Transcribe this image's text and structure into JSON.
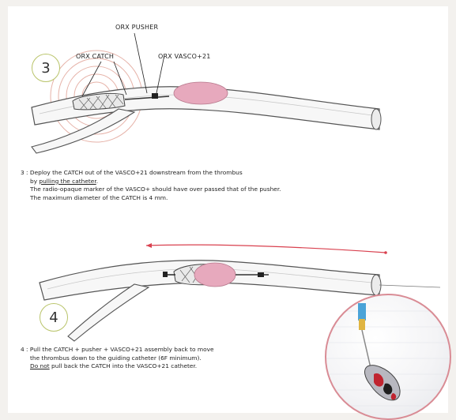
{
  "step3": {
    "number": "3",
    "callouts": {
      "pusher": "ORX PUSHER",
      "catch": "ORX CATCH",
      "vasco": "ORX VASCO+21"
    },
    "caption": {
      "line1": "3 : Deploy the CATCH out of the VASCO+21 downstream from the thrombus",
      "line2_prefix": "by ",
      "line2_underlined": "pulling the catheter",
      "line2_suffix": ".",
      "line3": "The radio-opaque marker of the VASCO+ should have over passed that of the pusher.",
      "line4": "The maximum diameter of the CATCH is 4 mm."
    }
  },
  "step4": {
    "number": "4",
    "caption": {
      "line1": "4 : Pull the CATCH + pusher + VASCO+21 assembly back to move",
      "line2": "the thrombus down to the guiding catheter (6F minimum).",
      "line3_underlined": "Do not",
      "line3_suffix": " pull back the CATCH into the VASCO+21 catheter."
    }
  },
  "colors": {
    "accent_ring": "#b9c46a",
    "thrombus": "#e7a9bd",
    "arrow": "#d9414f",
    "photo_border": "#d98c95"
  }
}
